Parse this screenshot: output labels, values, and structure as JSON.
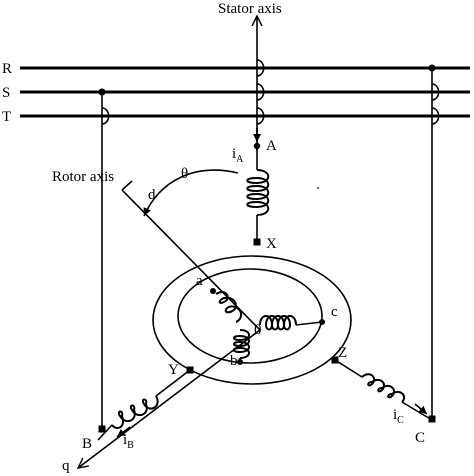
{
  "labels": {
    "stator_axis": "Stator axis",
    "rotor_axis": "Rotor axis",
    "d": "d",
    "q": "q",
    "theta": "θ",
    "R": "R",
    "S": "S",
    "T": "T",
    "A": "A",
    "X": "X",
    "B": "B",
    "Y": "Y",
    "C": "C",
    "Z": "Z",
    "a": "a",
    "b": "b",
    "c": "c",
    "zero": "0",
    "iA_main": "i",
    "iA_sub": "A",
    "iB_main": "i",
    "iB_sub": "B",
    "iC_main": "i",
    "iC_sub": "C"
  }
}
